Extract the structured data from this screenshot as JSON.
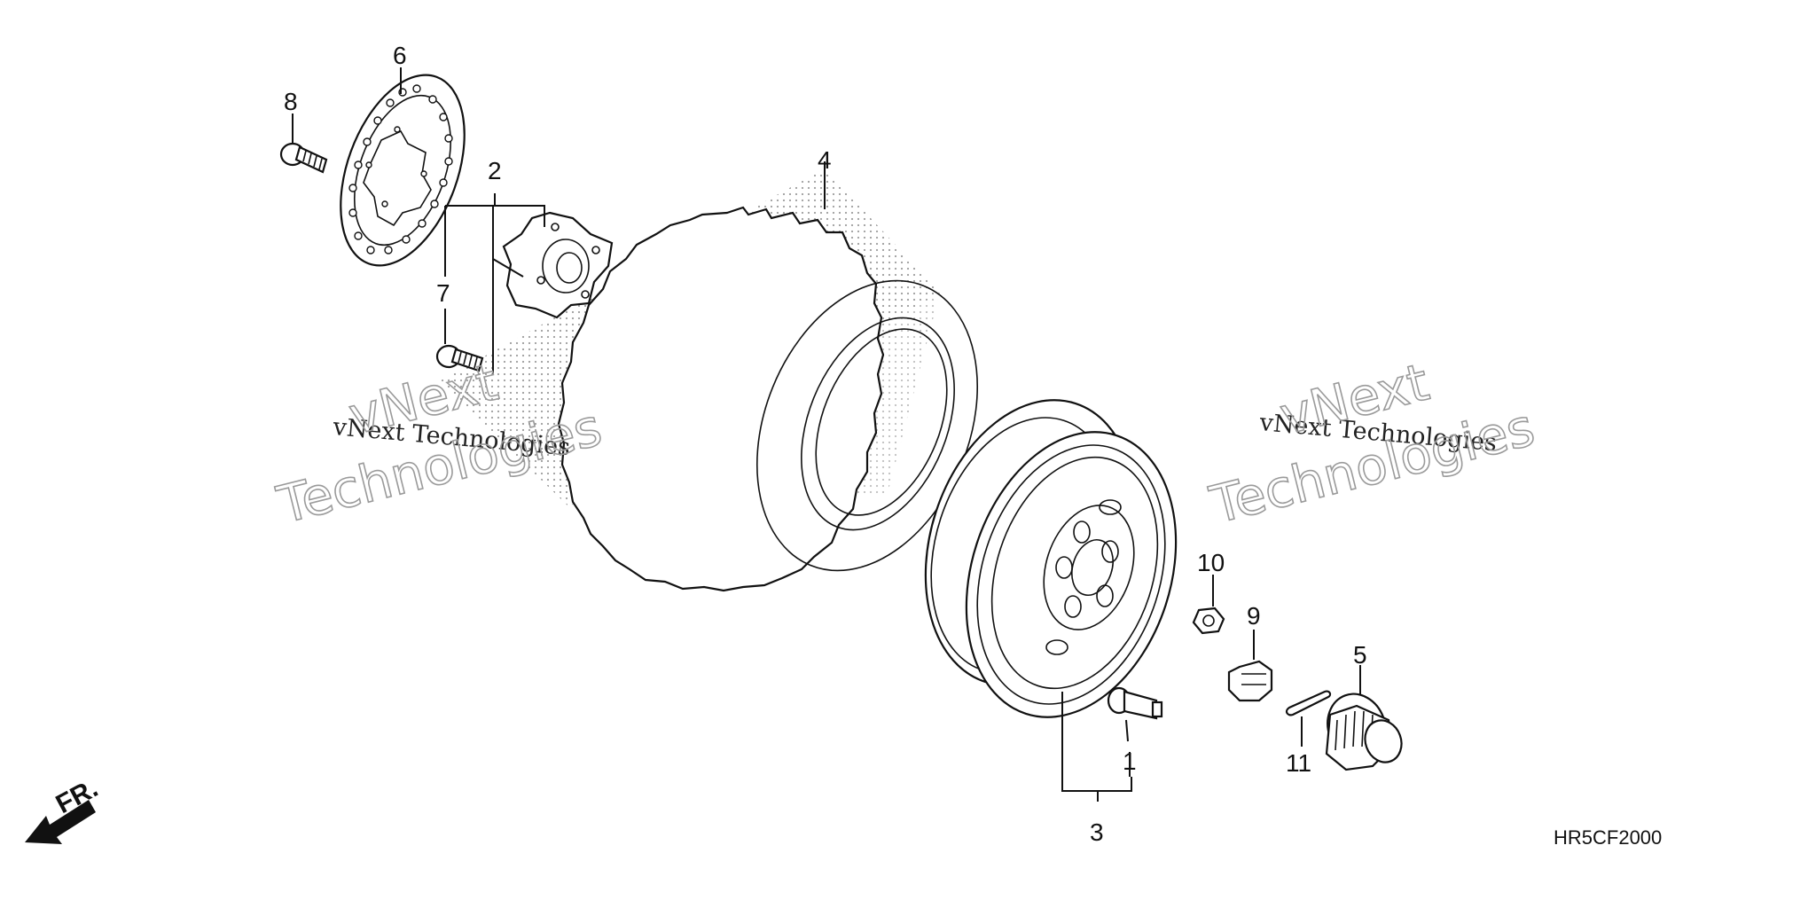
{
  "callouts": {
    "c1": "1",
    "c2": "2",
    "c3": "3",
    "c4": "4",
    "c5": "5",
    "c6": "6",
    "c7": "7",
    "c8": "8",
    "c9": "9",
    "c10": "10",
    "c11": "11"
  },
  "direction_label": "FR.",
  "diagram_code": "HR5CF2000",
  "watermark": {
    "line_small": "vNext Technologies",
    "line_big_1": "vNext",
    "line_big_2": "Technologies"
  },
  "colors": {
    "line": "#111111",
    "watermark_outline": "#9a9a9a",
    "stipple": "#8c8c8c"
  }
}
